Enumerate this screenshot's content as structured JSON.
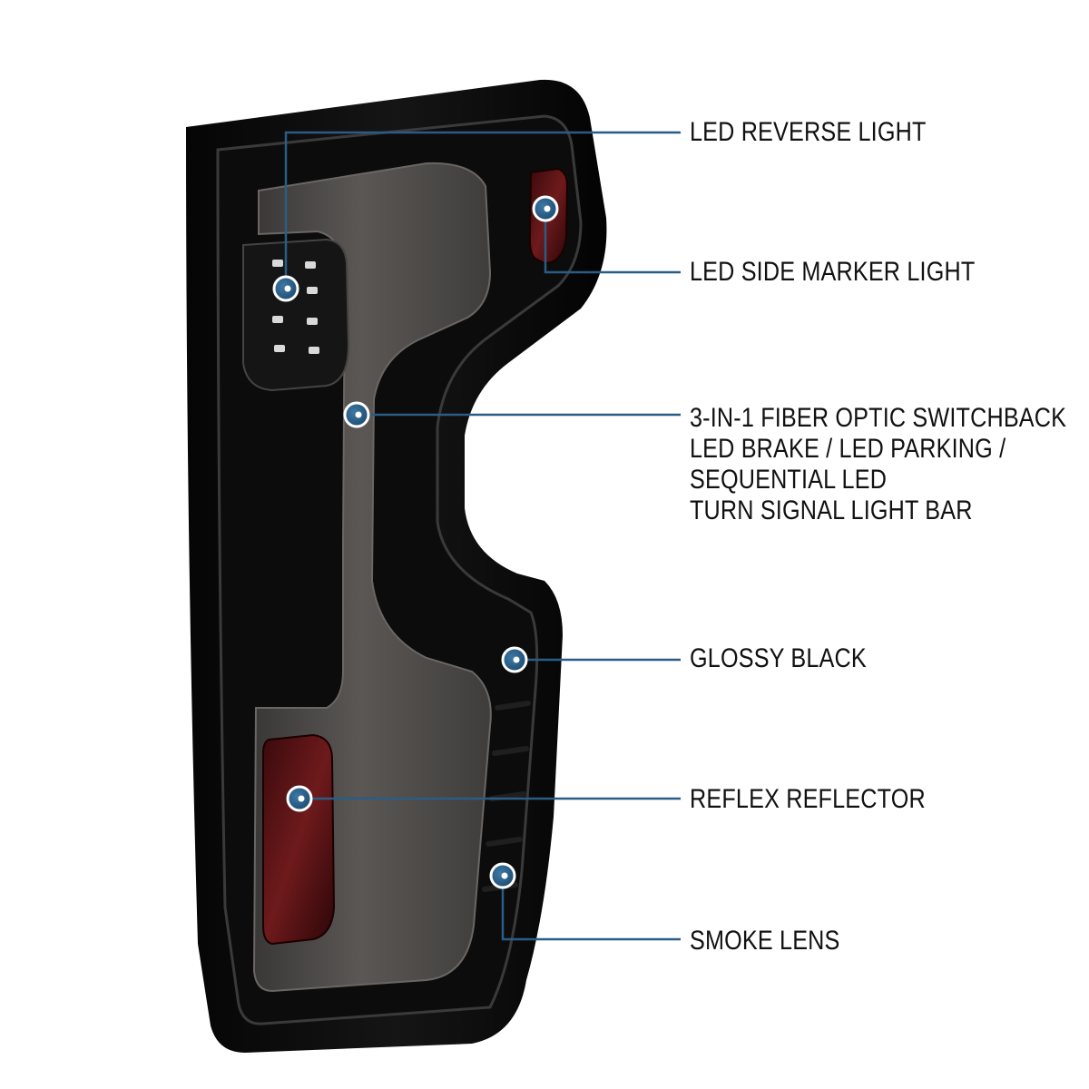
{
  "diagram": {
    "accent_color": "#2a5d86",
    "callouts": [
      {
        "id": "reverse",
        "lines": [
          "LED REVERSE LIGHT"
        ]
      },
      {
        "id": "marker",
        "lines": [
          "LED SIDE MARKER LIGHT"
        ]
      },
      {
        "id": "bar",
        "lines": [
          "3-IN-1 FIBER OPTIC SWITCHBACK",
          "LED BRAKE / LED PARKING /",
          "SEQUENTIAL LED",
          "TURN SIGNAL LIGHT BAR"
        ]
      },
      {
        "id": "glossy",
        "lines": [
          "GLOSSY BLACK"
        ]
      },
      {
        "id": "reflector",
        "lines": [
          "REFLEX REFLECTOR"
        ]
      },
      {
        "id": "smoke",
        "lines": [
          "SMOKE LENS"
        ]
      }
    ]
  }
}
